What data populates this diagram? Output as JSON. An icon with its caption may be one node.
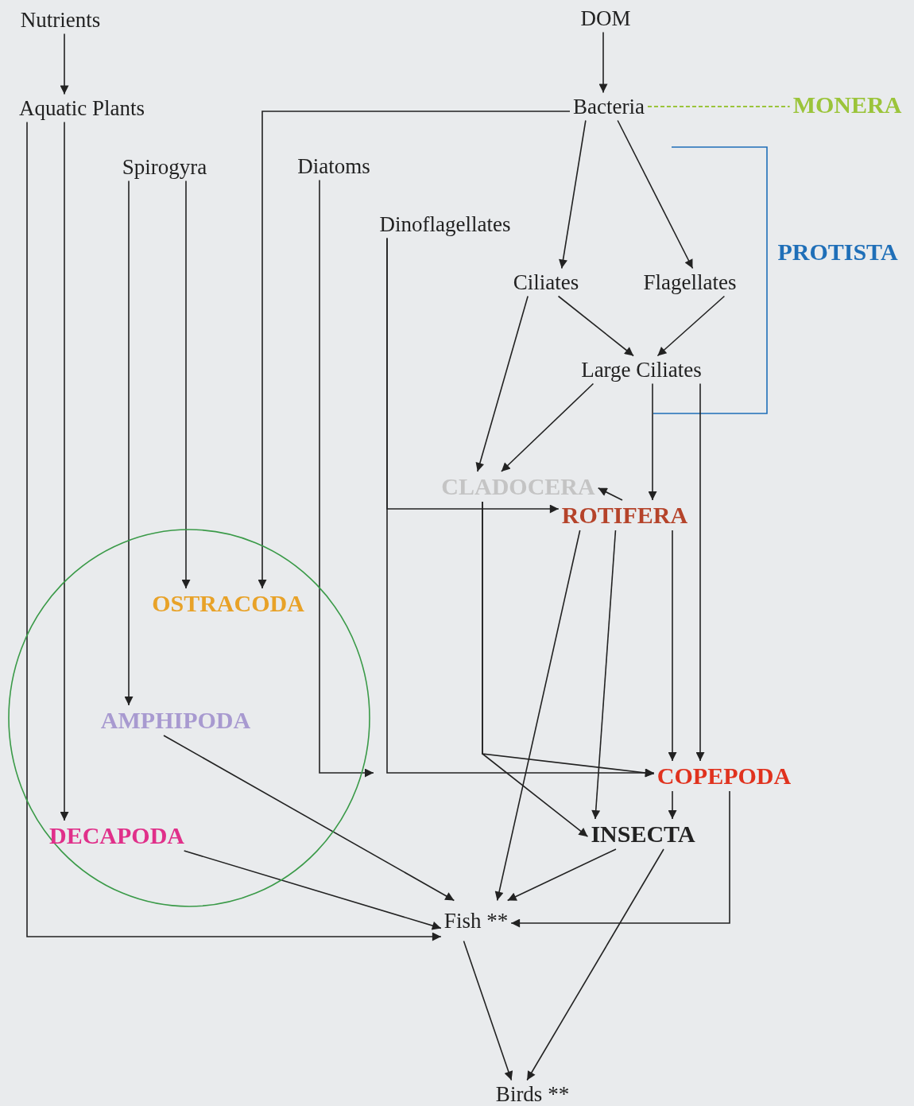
{
  "diagram": {
    "nodes": [
      {
        "text": [
          "Nutrients"
        ]
      },
      {
        "text": [
          "Aquatic Plants"
        ]
      },
      {
        "text": [
          "DOM"
        ]
      },
      {
        "text": [
          "Bacteria"
        ]
      },
      {
        "text": [
          "MONERA"
        ]
      },
      {
        "text": [
          "Spirogyra"
        ]
      },
      {
        "text": [
          "Diatoms"
        ]
      },
      {
        "text": [
          "Dinoflagellates"
        ]
      },
      {
        "text": [
          "PROTISTA"
        ]
      },
      {
        "text": [
          "Ciliates"
        ]
      },
      {
        "text": [
          "Flagellates"
        ]
      },
      {
        "text": [
          "Large Ciliates"
        ]
      },
      {
        "text": [
          "CLADOCERA"
        ]
      },
      {
        "text": [
          "ROTIFERA"
        ]
      },
      {
        "text": [],
        "shape": "circle"
      },
      {
        "text": [
          "OSTRACODA"
        ],
        "in": 14
      },
      {
        "text": [
          "AMPHIPODA"
        ],
        "in": 14
      },
      {
        "text": [
          "COPEPODA"
        ]
      },
      {
        "text": [
          "DECAPODA"
        ],
        "in": 14
      },
      {
        "text": [
          "INSECTA"
        ]
      },
      {
        "text": [
          "Fish **"
        ]
      },
      {
        "text": [
          "Birds **"
        ]
      }
    ],
    "edges": [
      {
        "from": 0,
        "to": 1,
        "arrow": "to"
      },
      {
        "from": 2,
        "to": 3,
        "arrow": "to"
      },
      {
        "from": 3,
        "to": 4,
        "arrow": "none",
        "style": "dashed",
        "color": "#9bc43a"
      },
      {
        "from": 1,
        "to": 18,
        "arrow": "to"
      },
      {
        "from": 1,
        "to": 20,
        "arrow": "to"
      },
      {
        "from": 3,
        "to": 15,
        "arrow": "to"
      },
      {
        "from": 5,
        "to": 15,
        "arrow": "to"
      },
      {
        "from": 5,
        "to": 16,
        "arrow": "to"
      },
      {
        "from": 6,
        "to": 14,
        "arrow": "to"
      },
      {
        "from": 7,
        "to": 13,
        "arrow": "to"
      },
      {
        "from": 7,
        "to": 17,
        "arrow": "to"
      },
      {
        "from": 3,
        "to": 9,
        "arrow": "to"
      },
      {
        "from": 3,
        "to": 10,
        "arrow": "to"
      },
      {
        "from": 9,
        "to": 11,
        "arrow": "to"
      },
      {
        "from": 10,
        "to": 11,
        "arrow": "to"
      },
      {
        "from": 9,
        "to": 12,
        "arrow": "to"
      },
      {
        "from": 11,
        "to": 12,
        "arrow": "to"
      },
      {
        "from": 11,
        "to": 13,
        "arrow": "to"
      },
      {
        "from": 11,
        "to": 17,
        "arrow": "to"
      },
      {
        "from": 13,
        "to": 12,
        "arrow": "to"
      },
      {
        "from": 12,
        "to": 17,
        "arrow": "to"
      },
      {
        "from": 12,
        "to": 19,
        "arrow": "to"
      },
      {
        "from": 13,
        "to": 20,
        "arrow": "to"
      },
      {
        "from": 13,
        "to": 19,
        "arrow": "to"
      },
      {
        "from": 13,
        "to": 17,
        "arrow": "to"
      },
      {
        "from": 17,
        "to": 19,
        "arrow": "to"
      },
      {
        "from": 17,
        "to": 20,
        "arrow": "to"
      },
      {
        "from": 16,
        "to": 20,
        "arrow": "to"
      },
      {
        "from": 18,
        "to": 20,
        "arrow": "to"
      },
      {
        "from": 19,
        "to": 20,
        "arrow": "to"
      },
      {
        "from": 19,
        "to": 21,
        "arrow": "to"
      },
      {
        "from": 20,
        "to": 21,
        "arrow": "to"
      }
    ]
  }
}
